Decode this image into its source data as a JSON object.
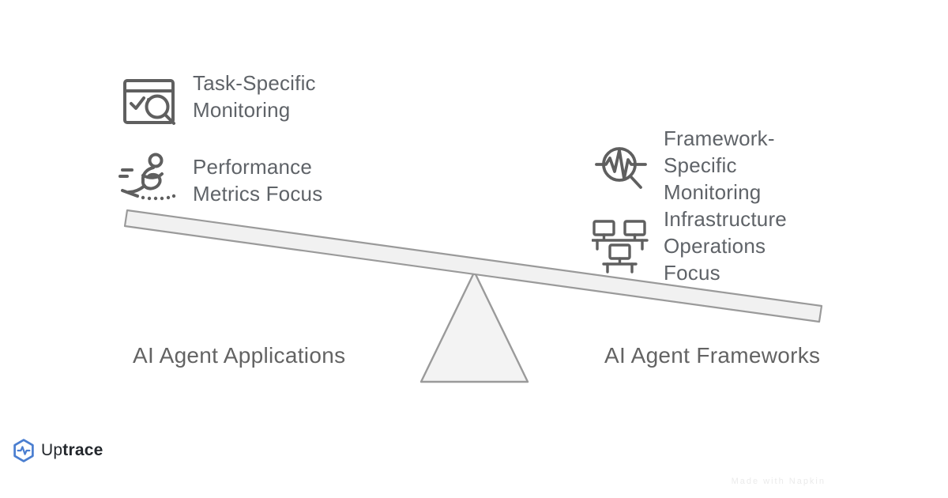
{
  "diagram": {
    "type": "balance-seesaw",
    "tilt": "left-side-raised",
    "left": {
      "side_label": "AI Agent Applications",
      "items": [
        {
          "icon": "task-checklist-magnifier-icon",
          "label": "Task-Specific\nMonitoring"
        },
        {
          "icon": "running-person-icon",
          "label": "Performance\nMetrics Focus"
        }
      ]
    },
    "right": {
      "side_label": "AI Agent Frameworks",
      "items": [
        {
          "icon": "pulse-magnifier-icon",
          "label": "Framework-\nSpecific\nMonitoring"
        },
        {
          "icon": "workstations-icon",
          "label": "Infrastructure\nOperations\nFocus"
        }
      ]
    }
  },
  "branding": {
    "logo_icon": "uptrace-hexagon-pulse-icon",
    "name_part1": "Up",
    "name_part2": "trace"
  },
  "watermark": {
    "text": "Made with Napkin"
  },
  "colors": {
    "background": "#ffffff",
    "icon_stroke": "#5f5f5f",
    "label_text": "#5f6368",
    "side_label_text": "#636363",
    "beam_fill": "#f1f1f1",
    "beam_stroke": "#9a9a9a",
    "fulcrum_fill": "#f3f3f3",
    "brand_blue": "#4a7ed0",
    "brand_text": "#23272c"
  }
}
